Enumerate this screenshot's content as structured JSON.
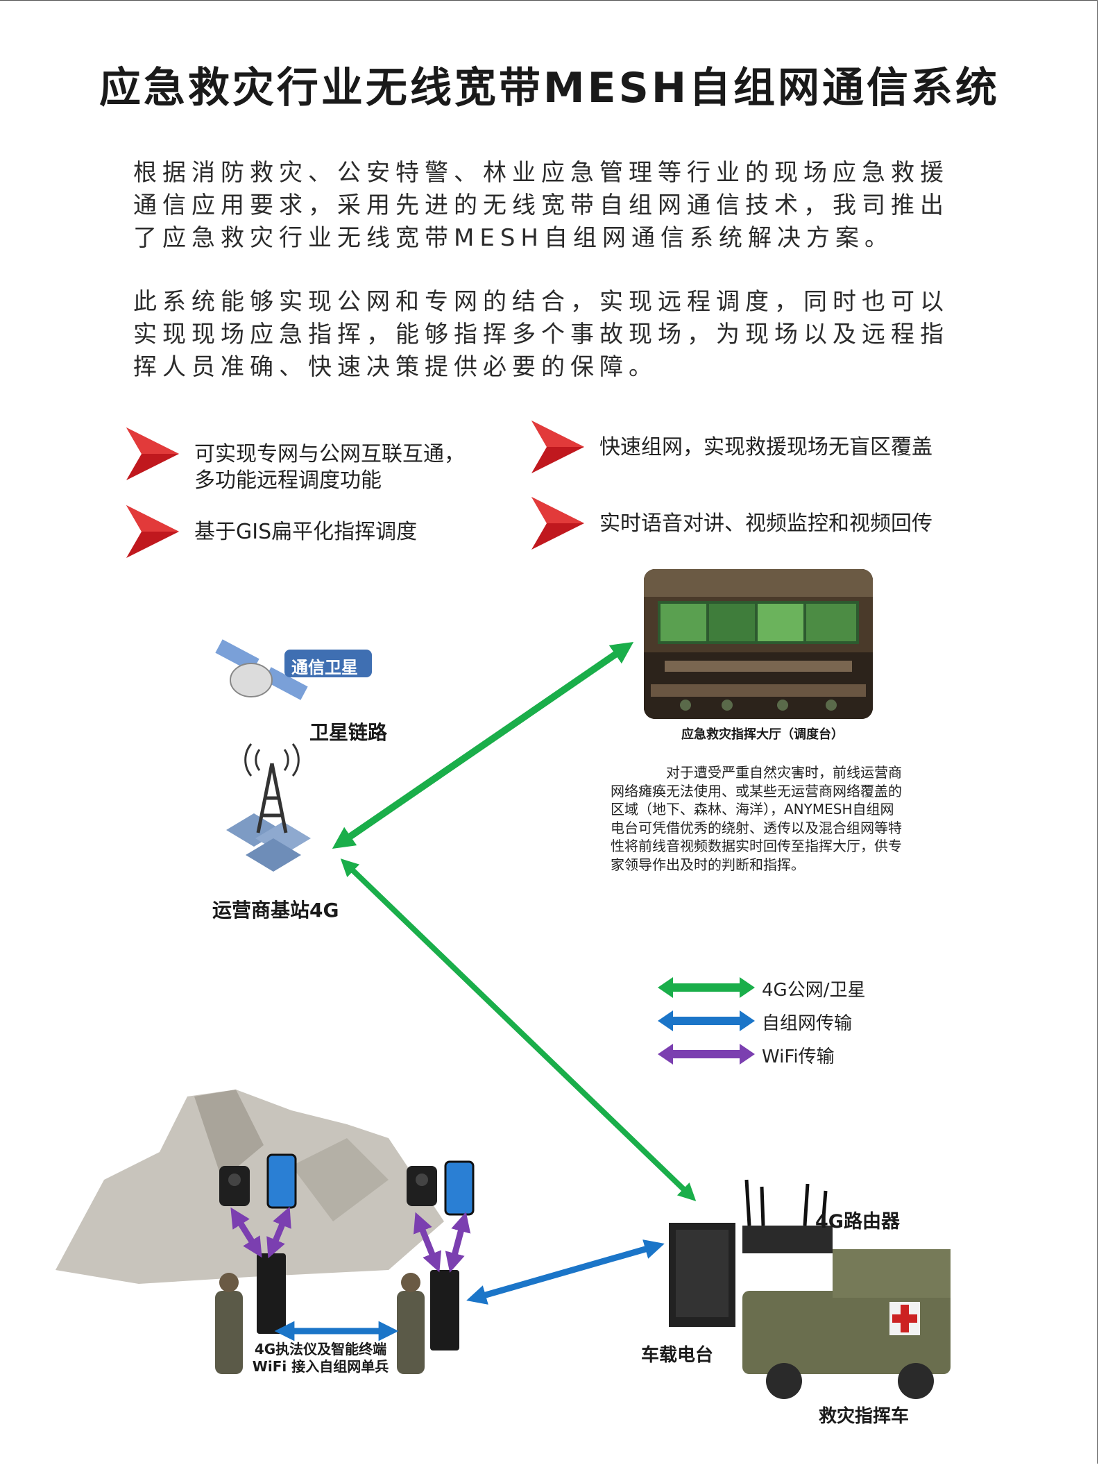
{
  "title": "应急救灾行业无线宽带MESH自组网通信系统",
  "intro": {
    "p1": "根据消防救灾、公安特警、林业应急管理等行业的现场应急救援通信应用要求，采用先进的无线宽带自组网通信技术，我司推出了应急救灾行业无线宽带MESH自组网通信系统解决方案。",
    "p2": "此系统能够实现公网和专网的结合，实现远程调度，同时也可以实现现场应急指挥，能够指挥多个事故现场，为现场以及远程指挥人员准确、快速决策提供必要的保障。"
  },
  "features": [
    {
      "line1": "可实现专网与公网互联互通，",
      "line2": "多功能远程调度功能"
    },
    {
      "line1": "快速组网，实现救援现场无盲区覆盖",
      "line2": ""
    },
    {
      "line1": "基于GIS扁平化指挥调度",
      "line2": ""
    },
    {
      "line1": "实时语音对讲、视频监控和视频回传",
      "line2": ""
    }
  ],
  "diagram": {
    "satellite_badge": "通信卫星",
    "satellite_label": "卫星链路",
    "tower_label": "运营商基站4G",
    "hall_caption": "应急救灾指挥大厅（调度台）",
    "hall_desc": "对于遭受严重自然灾害时，前线运营商网络瘫痪无法使用、或某些无运营商网络覆盖的区域（地下、森林、海洋），ANYMESH自组网电台可凭借优秀的绕射、透传以及混合组网等特性将前线音视频数据实时回传至指挥大厅，供专家领导作出及时的判断和指挥。",
    "router_label": "4G路由器",
    "radio_label": "车载电台",
    "vehicle_label": "救灾指挥车",
    "soldier_label_line1": "4G执法仪及智能终端",
    "soldier_label_line2": "WiFi 接入自组网单兵"
  },
  "legend": [
    {
      "label": "4G公网/卫星",
      "color": "#1aae4a"
    },
    {
      "label": "自组网传输",
      "color": "#1b75c8"
    },
    {
      "label": "WiFi传输",
      "color": "#7b3fb0"
    }
  ],
  "colors": {
    "chevron": "#c0181e",
    "green_link": "#1aae4a",
    "blue_link": "#1b75c8",
    "purple_link": "#7b3fb0"
  }
}
